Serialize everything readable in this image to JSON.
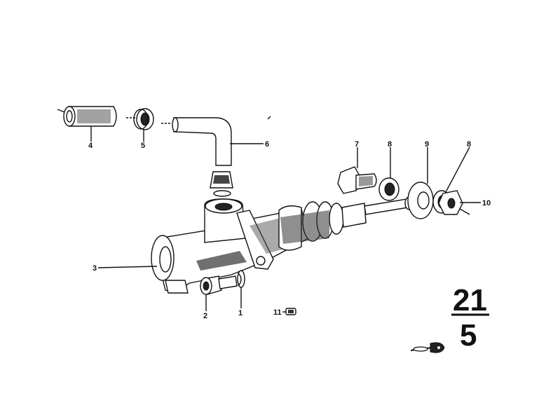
{
  "callouts": [
    {
      "id": "1",
      "label": "1"
    },
    {
      "id": "2",
      "label": "2"
    },
    {
      "id": "3",
      "label": "3"
    },
    {
      "id": "4",
      "label": "4"
    },
    {
      "id": "5",
      "label": "5"
    },
    {
      "id": "6",
      "label": "6"
    },
    {
      "id": "7",
      "label": "7"
    },
    {
      "id": "8a",
      "label": "8"
    },
    {
      "id": "8b",
      "label": "8"
    },
    {
      "id": "9",
      "label": "9"
    },
    {
      "id": "10",
      "label": "10"
    },
    {
      "id": "11",
      "label": "11"
    }
  ],
  "group": {
    "main": "21",
    "sub": "5"
  }
}
